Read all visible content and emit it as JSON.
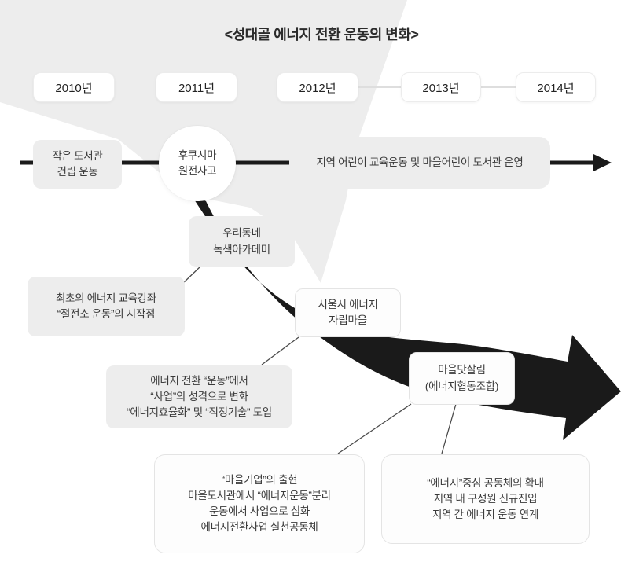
{
  "title": "<성대골 에너지 전환 운동의 변화>",
  "timeline": {
    "years": [
      "2010년",
      "2011년",
      "2012년",
      "2013년",
      "2014년"
    ]
  },
  "nodes": {
    "small_library": "작은 도서관\n건립 운동",
    "fukushima": "후쿠시마\n원전사고",
    "regional_children": "지역 어린이 교육운동 및 마을어린이 도서관 운영",
    "green_academy": "우리동네\n녹색아카데미",
    "seoul_energy": "서울시 에너지\n자립마을",
    "maeuldat": "마을닷살림\n(에너지협동조합)"
  },
  "annotations": {
    "first_course": "최초의 에너지 교육강좌\n“절전소 운동”의 시작점",
    "transition": "에너지 전환 “운동”에서\n“사업”의 성격으로 변화\n“에너지효율화” 및 “적정기술” 도입",
    "village_enterprise": "“마을기업”의 출현\n마을도서관에서 “에너지운동”분리\n운동에서 사업으로 심화\n에너지전환사업 실천공동체",
    "energy_community": "“에너지”중심 공동체의 확대\n지역 내 구성원 신규진입\n지역 간 에너지 운동 연계"
  },
  "colors": {
    "background_shape": "#ededed",
    "box_gray": "#ededed",
    "arrow_black": "#1a1a1a",
    "text": "#3a3a3a"
  }
}
